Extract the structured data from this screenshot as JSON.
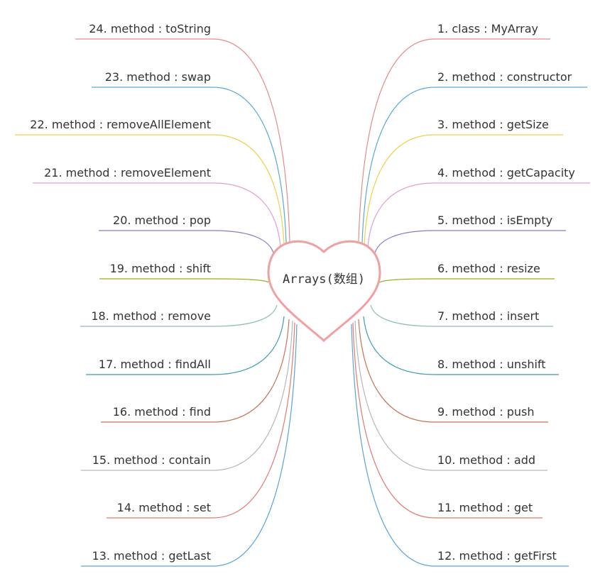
{
  "central_topic": "Arrays(数组)",
  "right_branches": [
    {
      "label": "1. class : MyArray",
      "color": "#e58c8c"
    },
    {
      "label": "2. method : constructor",
      "color": "#5aaad6"
    },
    {
      "label": "3. method : getSize",
      "color": "#f2cf4a"
    },
    {
      "label": "4. method : getCapacity",
      "color": "#dca0d3"
    },
    {
      "label": "5. method : isEmpty",
      "color": "#8a7cc4"
    },
    {
      "label": "6. method : resize",
      "color": "#9aaa1e"
    },
    {
      "label": "7. method : insert",
      "color": "#8fbfa8"
    },
    {
      "label": "8. method : unshift",
      "color": "#3a9bb4"
    },
    {
      "label": "9. method : push",
      "color": "#c87254"
    },
    {
      "label": "10. method : add",
      "color": "#b7b7b7"
    },
    {
      "label": "11. method : get",
      "color": "#e07b6e"
    },
    {
      "label": "12. method : getFirst",
      "color": "#5aa3d8"
    }
  ],
  "left_branches": [
    {
      "label": "24. method : toString",
      "color": "#e58c8c"
    },
    {
      "label": "23. method : swap",
      "color": "#5aaad6"
    },
    {
      "label": "22. method : removeAllElement",
      "color": "#f2cf4a"
    },
    {
      "label": "21. method : removeElement",
      "color": "#dca0d3"
    },
    {
      "label": "20. method : pop",
      "color": "#8a7cc4"
    },
    {
      "label": "19. method : shift",
      "color": "#9aaa1e"
    },
    {
      "label": "18. method : remove",
      "color": "#8fbfa8"
    },
    {
      "label": "17. method : findAll",
      "color": "#3a9bb4"
    },
    {
      "label": "16. method : find",
      "color": "#c87254"
    },
    {
      "label": "15. method : contain",
      "color": "#b7b7b7"
    },
    {
      "label": "14. method : set",
      "color": "#e07b6e"
    },
    {
      "label": "13. method : getLast",
      "color": "#5aa3d8"
    }
  ],
  "heart_stroke_color": "#f0a0a0"
}
